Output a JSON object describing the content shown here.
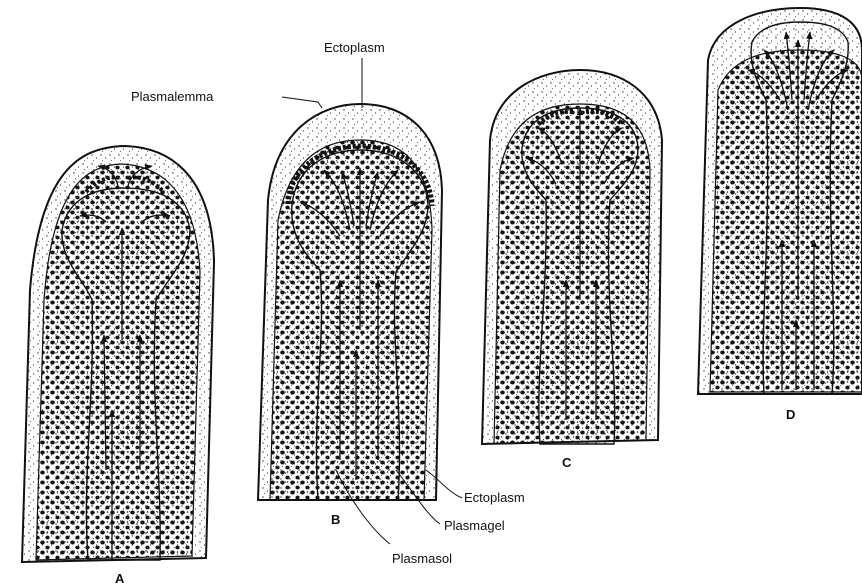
{
  "labels": {
    "ectoplasm_top": "Ectoplasm",
    "plasmalemma": "Plasmalemma",
    "ectoplasm_side": "Ectoplasm",
    "plasmagel": "Plasmagel",
    "plasmasol": "Plasmasol"
  },
  "panels": [
    {
      "id": "A",
      "letter": "A"
    },
    {
      "id": "B",
      "letter": "B"
    },
    {
      "id": "C",
      "letter": "C"
    },
    {
      "id": "D",
      "letter": "D"
    }
  ]
}
